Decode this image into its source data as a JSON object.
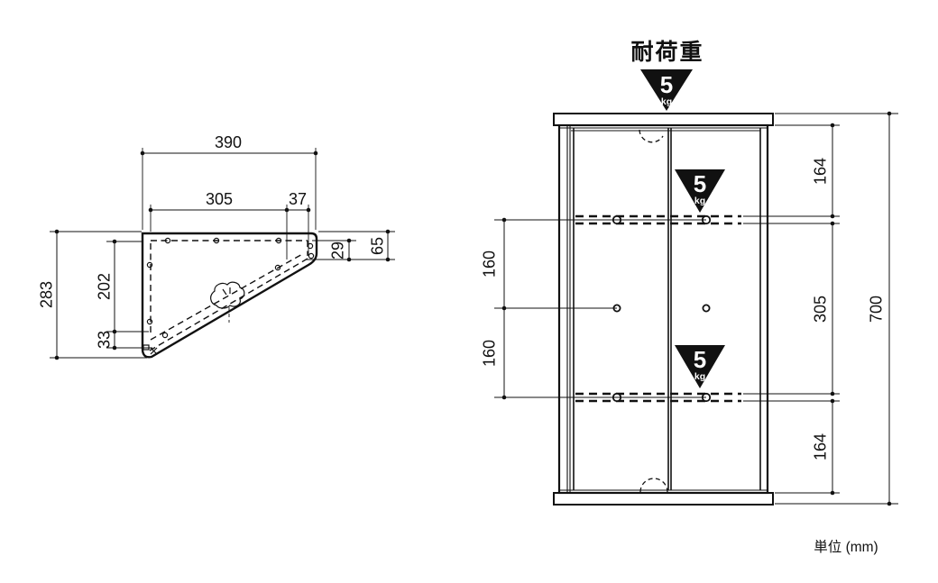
{
  "drawing": {
    "title": "耐荷重",
    "unit_note": "単位 (mm)",
    "load_badge": {
      "value": "5",
      "unit": "kg"
    },
    "side_view": {
      "dim_top_width": "390",
      "dim_top_inner": "305",
      "dim_top_edge": "37",
      "dim_left_total": "283",
      "dim_left_upper": "202",
      "dim_left_lower": "33",
      "dim_right_upper": "29",
      "dim_right_total": "65"
    },
    "front_view": {
      "dim_left_upper": "160",
      "dim_left_lower": "160",
      "dim_right_top": "164",
      "dim_right_middle": "305",
      "dim_right_bottom": "164",
      "dim_right_total": "700"
    }
  }
}
